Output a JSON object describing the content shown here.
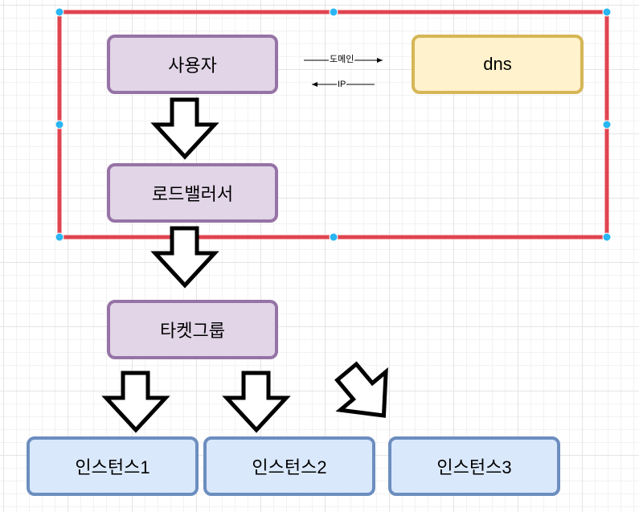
{
  "diagram": {
    "nodes": {
      "user": "사용자",
      "dns": "dns",
      "load_balancer": "로드밸러서",
      "target_group": "타켓그룹",
      "instance1": "인스턴스1",
      "instance2": "인스턴스2",
      "instance3": "인스턴스3"
    },
    "edges": {
      "domain_label": "도메인",
      "ip_label": "IP"
    },
    "colors": {
      "selection_frame": "#e0444f",
      "selection_handle": "#29b6f2",
      "purple_fill": "#e1d5e7",
      "purple_stroke": "#9673a6",
      "yellow_fill": "#fff2cc",
      "yellow_stroke": "#d6b656",
      "blue_fill": "#dae8fc",
      "blue_stroke": "#6c8ebf"
    }
  }
}
